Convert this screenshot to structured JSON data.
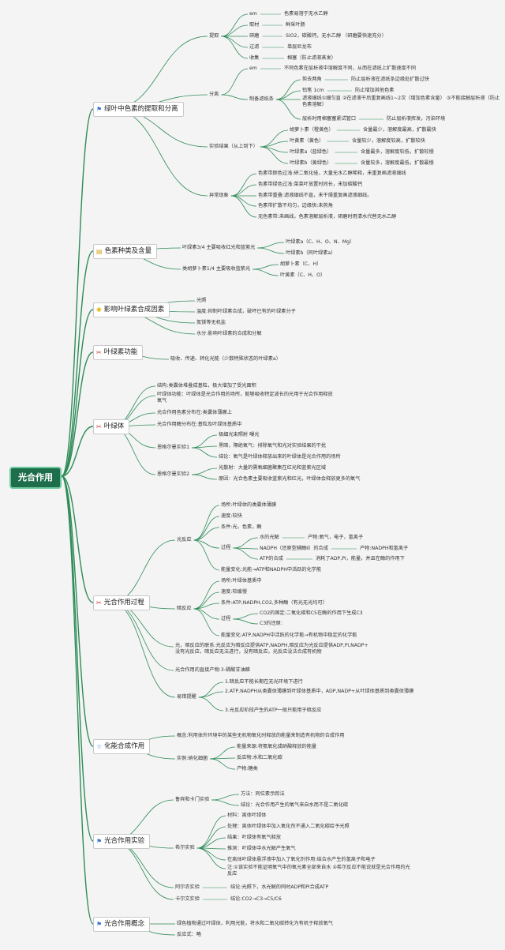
{
  "root": "光合作用",
  "branches": [
    {
      "label": "绿叶中色素的提取和分离",
      "icon": "flag-icon"
    },
    {
      "label": "色素种类及含量",
      "icon": "notepad-icon"
    },
    {
      "label": "影响叶绿素合成因素",
      "icon": "lightbulb-icon"
    },
    {
      "label": "叶绿素功能",
      "icon": "tools-icon"
    },
    {
      "label": "叶绿体",
      "icon": "tools-icon"
    },
    {
      "label": "光合作用过程",
      "icon": "tools-icon"
    },
    {
      "label": "化能合成作用",
      "icon": "star-icon"
    },
    {
      "label": "光合作用实验",
      "icon": "flag-icon"
    },
    {
      "label": "光合作用概念",
      "icon": "flag-icon"
    }
  ],
  "nodes": {
    "tq": "提取",
    "tq_em": "em",
    "tq_em_v": "色素易溶于无水乙醇",
    "tq_cl": "取材",
    "tq_cl_v": "鲜采叶肠",
    "tq_ym": "研磨",
    "tq_ym_v": "SiO2，碳酸钙，无水乙醇 （研磨要快速充分）",
    "tq_gl": "过滤",
    "tq_gl_v": "单层尼龙布",
    "tq_sj": "收集",
    "tq_sj_v": "棉塞（防止滤液蒸发）",
    "fl": "分离",
    "fl_em": "em",
    "fl_em_v": "不同色素在层析液中溶解度不同，从而在滤纸上扩散速度不同",
    "fl_zb": "制备滤纸条",
    "fl_zb_1": "剪去两角",
    "fl_zb_1v": "防止层析液在滤纸条边缘处扩散过快",
    "fl_zb_2": "铅笔 1cm",
    "fl_zb_2v": "防止增加其他色素",
    "fl_zb_3": "滤液细线①细匀直 ②在滤液干后重复画线1~2次（增加色素含量） ③不能接触层析液（防止色素溶解）",
    "fl_zb_4": "层析时用棉塞塞紧试管口",
    "fl_zb_4v": "防止层析液挥发，污染环境",
    "sy": "实验结果（从上到下）",
    "sy_1": "胡萝卜素（橙黄色）",
    "sy_1v": "含量最少，溶解度最高，扩散最快",
    "sy_2": "叶黄素（黄色）",
    "sy_2v": "含量较少，溶解度较高，扩散较快",
    "sy_3": "叶绿素a（蓝绿色）",
    "sy_3v": "含量最多，溶解度较低，扩散较慢",
    "sy_4": "叶绿素b（黄绿色）",
    "sy_4v": "含量较多，溶解度最低，扩散最慢",
    "yc": "异常现象",
    "yc_1": "色素带颜色过浅:研二氧化硅，大量无水乙醇稀释，未重复画滤液细线",
    "yc_2": "色素带绿色过浅:菜菜叶放置时间长，未加碳酸钙",
    "yc_3": "色素带重叠:滤液细线不直，未干燥重复画滤液细线。",
    "yc_4": "色素带扩散不均匀，边缘快:未剪角",
    "yc_5": "无色素带:未画线，色素溶解层析液，研磨时用清水代替无水乙醇",
    "zl_a": "叶绿素3/4 主要吸收红光和蓝紫光",
    "zl_a1": "叶绿素a（C、H、O、N、Mg）",
    "zl_a2": "叶绿素b（同叶绿素a）",
    "zl_b": "类胡萝卜素1/4 主要吸收蓝紫光",
    "zl_b1": "胡萝卜素（C、H）",
    "zl_b2": "叶黄素（C、H、O）",
    "yx_1": "光照",
    "yx_2": "温度:抑制叶绿素合成，破坏已有的叶绿素分子",
    "yx_3": "氮镁等无机盐",
    "yx_4": "水分:影响叶绿素的合成和分解",
    "gn_1": "吸收、传递、转化光能（少数特殊状态的叶绿素a）",
    "lt_1": "结构:类囊体堆叠成基粒，极大增加了受光面积",
    "lt_2": "叶绿体功能：叶绿体是光合作用的场所，能够吸收特定波长的光用于光合作用释放氧气",
    "lt_3": "光合作用色素分布在:类囊体薄膜上",
    "lt_4": "光合作用酶分布在:基粒及叶绿体基质中",
    "lt_e1": "恩格尔曼实验1",
    "lt_e1a": "极细光束照射 曝光",
    "lt_e1b": "黑暗，隔绝氧气：排除氧气和光对实验结果的干扰",
    "lt_e1c": "结论：氧气是叶绿体释放出来的叶绿体是光合作用的场所",
    "lt_e2": "恩格尔曼实验2",
    "lt_e2a": "光散射：大量的需氧细菌聚集在红光和蓝紫光区域",
    "lt_e2b": "原因：光合色素主要吸收蓝紫光和红光，叶绿体会释放更多的氧气",
    "gy_l": "光反应",
    "gy_l1": "场所:叶绿体的类囊体薄膜",
    "gy_l2": "速度:较快",
    "gy_l3": "条件:光，色素，酶",
    "gy_lg": "过程",
    "gy_lg1": "水的光解",
    "gy_lg1v": "产物:氧气，电子，氢离子",
    "gy_lg2": "NADPH（还原型辅酶Ⅱ）的合成",
    "gy_lg2v": "产物:NADPH和氢离子",
    "gy_lg3": "ATP的合成",
    "gy_lg3v": "消耗了ADP,Pi，能量，并且在酶的作用下",
    "gy_l4": "能量变化:光能→ATP和NADPH中活跃的化学能",
    "gy_d": "暗反应",
    "gy_d1": "场所:叶绿体基质中",
    "gy_d2": "速度:较缓慢",
    "gy_d3": "条件:ATP,NADPH,CO2,多种酶（有光无光均可）",
    "gy_dg": "过程",
    "gy_dg1": "CO2的固定:二氧化碳和C5在酶的作用下生成C3",
    "gy_dg2": "C3的还原:",
    "gy_d4": "能量变化:ATP,NADPH中活跃的化学能→有机物中稳定的化学能",
    "gy_lx": "光，暗反应的联系:光反应为暗反应提供ATP,NADPH,暗反应为光反应提供ADP,Pi,NADP+ 没有光反应，暗反应无法进行，没有暗反应，光反应没法合成有机物",
    "gy_cw": "光合作用的直接产物:3-磷酸甘油醛",
    "gy_yy": "易错提醒",
    "gy_yy1": "1.暗反应不能长期在无光环境下进行",
    "gy_yy2": "2.ATP,NADPH从类囊体薄膜到叶绿体基质中，ADP,NADP+从叶绿体基质到类囊体薄膜",
    "gy_yy3": "3.光反应阶段产生的ATP一般只能用于暗反应",
    "hn_1": "概念:利用体外环境中的某些无机物氧化时释放的能量来制造有机物的合成作用",
    "hn_2": "实例:硝化细菌",
    "hn_2a": "能量来源:将氨氧化成硝酸释放的能量",
    "hn_2b": "反应物:水和二氧化碳",
    "hn_2c": "产物:糖类",
    "sy_lk": "鲁宾和卡门实验",
    "sy_lk1": "方法：同位素示踪法",
    "sy_lk2": "结论：光合作用产生的氧气来自水而不是二氧化碳",
    "sy_xe": "希尔实验",
    "sy_xe1": "材料：离体叶绿体",
    "sy_xe2": "处理：离体叶绿体中加入氧化剂不通入二氧化碳给予光照",
    "sy_xe3": "结果：叶绿体有氧气释放",
    "sy_xe4": "推测：叶绿体中水光解产生氧气",
    "sy_xe5": "在离体叶绿体悬浮液中加入了氧化剂作用:结合水产生的氢离子和电子",
    "sy_xe6": "注:①该实验不能证明氧气中的氧元素全部来自水 ②希尔反应不能说就是光合作用的光反应",
    "sy_an": "阿尔农实验",
    "sy_anv": "结论:光照下，水光解的同时ADP和Pi合成ATP",
    "sy_ke": "卡尔文实验",
    "sy_kev": "结论:CO2→C3→C5/C6",
    "gn2_1": "绿色植物通过叶绿体，利用光能，将水和二氧化碳转化为有机于释放氧气",
    "gn2_2": "反应式：略"
  }
}
